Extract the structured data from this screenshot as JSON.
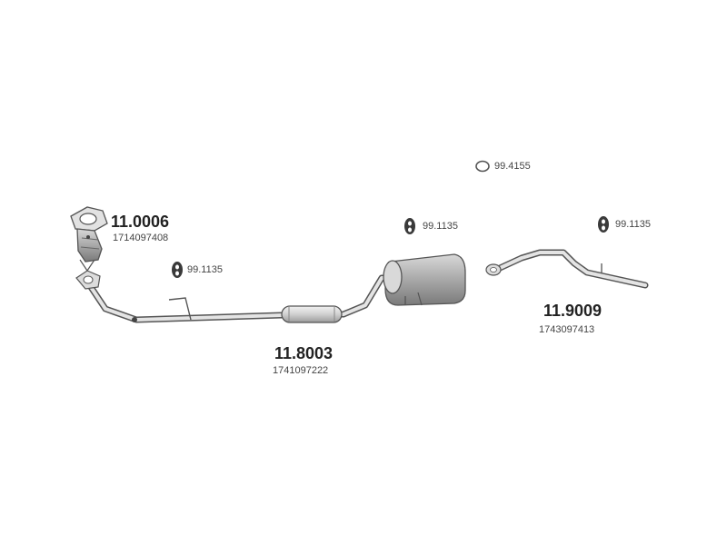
{
  "parts": {
    "catalyst": {
      "code": "11.0006",
      "oem": "1714097408"
    },
    "front_pipe": {
      "code": "11.8003",
      "oem": "1741097222"
    },
    "rear_pipe": {
      "code": "11.9009",
      "oem": "1743097413"
    }
  },
  "accessories": {
    "ring": {
      "code": "99.4155",
      "icon": "o-ring-icon"
    },
    "hanger_left": {
      "code": "99.1135",
      "icon": "rubber-hanger-icon"
    },
    "hanger_mid": {
      "code": "99.1135",
      "icon": "rubber-hanger-icon"
    },
    "hanger_right": {
      "code": "99.1135",
      "icon": "rubber-hanger-icon"
    }
  },
  "colors": {
    "line": "#5a5a5a",
    "fill_light": "#e6e6e6",
    "fill_mid": "#bdbdbd",
    "fill_dark": "#8c8c8c"
  }
}
